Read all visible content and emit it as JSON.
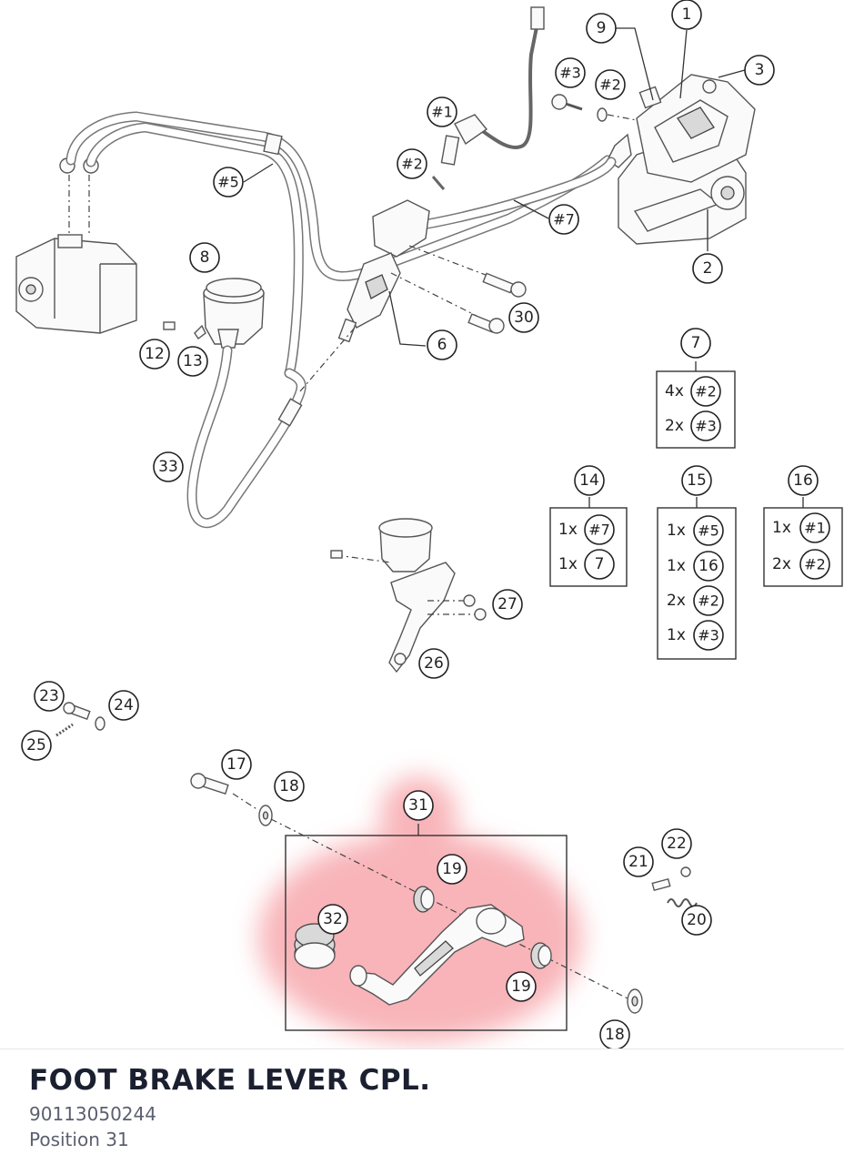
{
  "selected_part": {
    "name": "FOOT BRAKE LEVER CPL.",
    "number": "90113050244",
    "position": "Position 31"
  },
  "diagram": {
    "highlight_color": "#f7a8ad",
    "callouts": [
      {
        "id": "c-1",
        "label": "1"
      },
      {
        "id": "c-2",
        "label": "2"
      },
      {
        "id": "c-3",
        "label": "3"
      },
      {
        "id": "c-6",
        "label": "6"
      },
      {
        "id": "c-8",
        "label": "8"
      },
      {
        "id": "c-9",
        "label": "9"
      },
      {
        "id": "c-12",
        "label": "12"
      },
      {
        "id": "c-13",
        "label": "13"
      },
      {
        "id": "c-17",
        "label": "17"
      },
      {
        "id": "c-18a",
        "label": "18"
      },
      {
        "id": "c-18b",
        "label": "18"
      },
      {
        "id": "c-19a",
        "label": "19"
      },
      {
        "id": "c-19b",
        "label": "19"
      },
      {
        "id": "c-20",
        "label": "20"
      },
      {
        "id": "c-21",
        "label": "21"
      },
      {
        "id": "c-22",
        "label": "22"
      },
      {
        "id": "c-23",
        "label": "23"
      },
      {
        "id": "c-24",
        "label": "24"
      },
      {
        "id": "c-25",
        "label": "25"
      },
      {
        "id": "c-26",
        "label": "26"
      },
      {
        "id": "c-27",
        "label": "27"
      },
      {
        "id": "c-30",
        "label": "30"
      },
      {
        "id": "c-31",
        "label": "31"
      },
      {
        "id": "c-32",
        "label": "32"
      },
      {
        "id": "c-33",
        "label": "33"
      },
      {
        "id": "c-h1",
        "label": "#1"
      },
      {
        "id": "c-h2a",
        "label": "#2"
      },
      {
        "id": "c-h2b",
        "label": "#2"
      },
      {
        "id": "c-h3",
        "label": "#3"
      },
      {
        "id": "c-h5",
        "label": "#5"
      },
      {
        "id": "c-h7",
        "label": "#7"
      }
    ],
    "kits": [
      {
        "label": "7",
        "rows": [
          {
            "qty": "4x",
            "ref": "#2"
          },
          {
            "qty": "2x",
            "ref": "#3"
          }
        ]
      },
      {
        "label": "14",
        "rows": [
          {
            "qty": "1x",
            "ref": "#7"
          },
          {
            "qty": "1x",
            "ref": "7"
          }
        ]
      },
      {
        "label": "15",
        "rows": [
          {
            "qty": "1x",
            "ref": "#5"
          },
          {
            "qty": "1x",
            "ref": "16"
          },
          {
            "qty": "2x",
            "ref": "#2"
          },
          {
            "qty": "1x",
            "ref": "#3"
          }
        ]
      },
      {
        "label": "16",
        "rows": [
          {
            "qty": "1x",
            "ref": "#1"
          },
          {
            "qty": "2x",
            "ref": "#2"
          }
        ]
      }
    ]
  }
}
